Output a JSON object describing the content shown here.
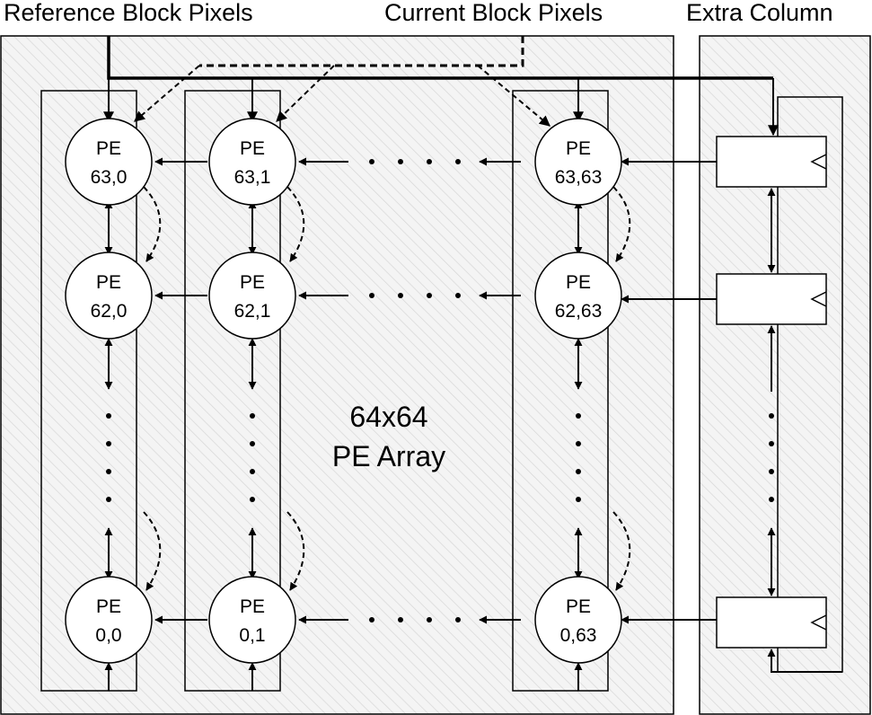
{
  "labels": {
    "reference": "Reference Block Pixels",
    "current": "Current Block Pixels",
    "extra": "Extra Column",
    "array_line1": "64x64",
    "array_line2": "PE Array"
  },
  "pe_prefix": "PE",
  "pe_nodes": [
    {
      "id": "pe-63-0",
      "index": "63,0"
    },
    {
      "id": "pe-63-1",
      "index": "63,1"
    },
    {
      "id": "pe-63-63",
      "index": "63,63"
    },
    {
      "id": "pe-62-0",
      "index": "62,0"
    },
    {
      "id": "pe-62-1",
      "index": "62,1"
    },
    {
      "id": "pe-62-63",
      "index": "62,63"
    },
    {
      "id": "pe-0-0",
      "index": "0,0"
    },
    {
      "id": "pe-0-1",
      "index": "0,1"
    },
    {
      "id": "pe-0-63",
      "index": "0,63"
    }
  ],
  "colors": {
    "stroke": "#000000",
    "panel_fill": "#f4f4f4",
    "hatch": "#d6d6d6",
    "node_fill": "#ffffff"
  }
}
